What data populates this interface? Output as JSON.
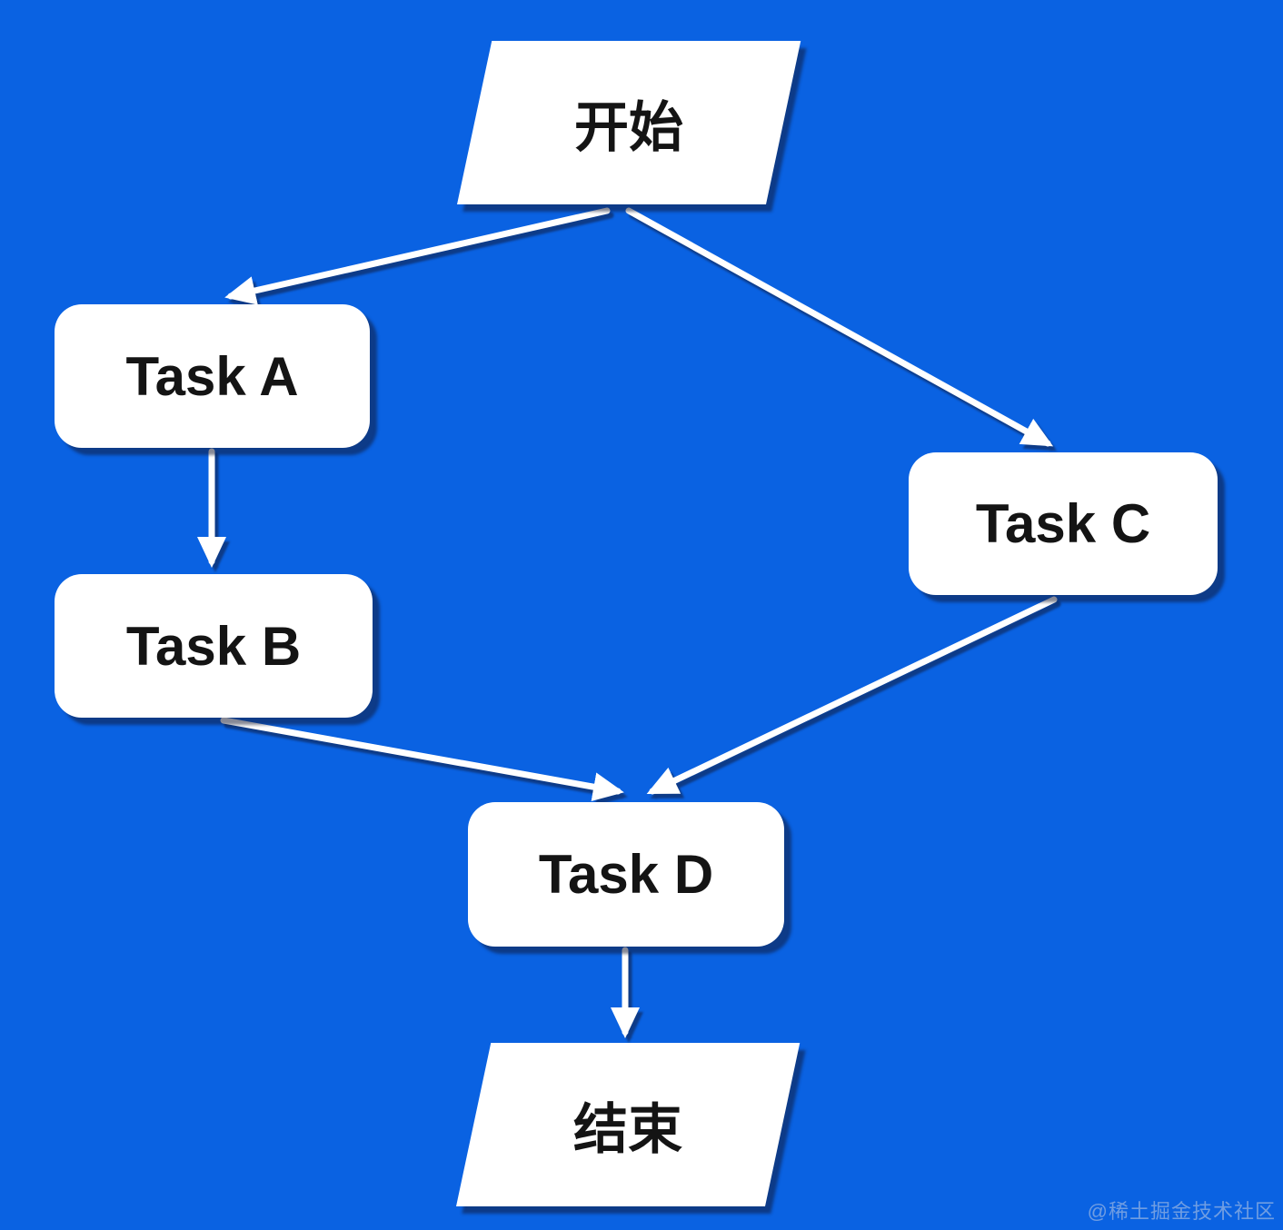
{
  "colors": {
    "background": "#0a62e2",
    "node_fill": "#ffffff",
    "node_text": "#141414",
    "arrow": "#ffffff"
  },
  "watermark": "@稀土掘金技术社区",
  "diagram": {
    "type": "flowchart",
    "direction": "top-down",
    "nodes": [
      {
        "id": "start",
        "label": "开始",
        "shape": "parallelogram"
      },
      {
        "id": "task-a",
        "label": "Task A",
        "shape": "rounded-rect"
      },
      {
        "id": "task-b",
        "label": "Task B",
        "shape": "rounded-rect"
      },
      {
        "id": "task-c",
        "label": "Task C",
        "shape": "rounded-rect"
      },
      {
        "id": "task-d",
        "label": "Task D",
        "shape": "rounded-rect"
      },
      {
        "id": "end",
        "label": "结束",
        "shape": "parallelogram"
      }
    ],
    "edges": [
      {
        "from": "start",
        "to": "task-a"
      },
      {
        "from": "start",
        "to": "task-c"
      },
      {
        "from": "task-a",
        "to": "task-b"
      },
      {
        "from": "task-b",
        "to": "task-d"
      },
      {
        "from": "task-c",
        "to": "task-d"
      },
      {
        "from": "task-d",
        "to": "end"
      }
    ]
  }
}
